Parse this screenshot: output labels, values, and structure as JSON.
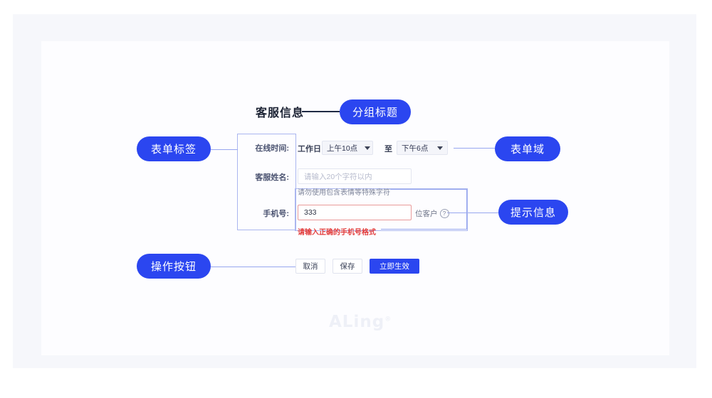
{
  "annotations": {
    "group_title": "分组标题",
    "form_label": "表单标签",
    "form_field": "表单域",
    "hint_message": "提示信息",
    "action_buttons": "操作按钮"
  },
  "form": {
    "group_title": "客服信息",
    "fields": {
      "online_time": {
        "label": "在线时间:",
        "workday_text": "工作日",
        "start_value": "上午10点",
        "separator": "至",
        "end_value": "下午6点",
        "caret_icon": "chevron-down-icon"
      },
      "agent_name": {
        "label": "客服姓名:",
        "value": "",
        "placeholder": "请输入20个字符以内",
        "helper": "请勿使用包含表情等特殊字符"
      },
      "phone": {
        "label": "手机号:",
        "value": "333",
        "suffix": "位客户",
        "suffix_icon": "question-circle-icon",
        "error": "请输入正确的手机号格式"
      }
    },
    "buttons": {
      "cancel": "取消",
      "save": "保存",
      "apply": "立即生效"
    }
  },
  "watermark": {
    "text": "ALing",
    "trademark": "®"
  },
  "colors": {
    "accent_blue": "#2b46f0",
    "connector": "#97a6ef",
    "bracket": "#aab6ef",
    "error_red": "#e23c3c",
    "panel_bg": "#f6f7fb",
    "card_bg": "#fdfdff"
  }
}
